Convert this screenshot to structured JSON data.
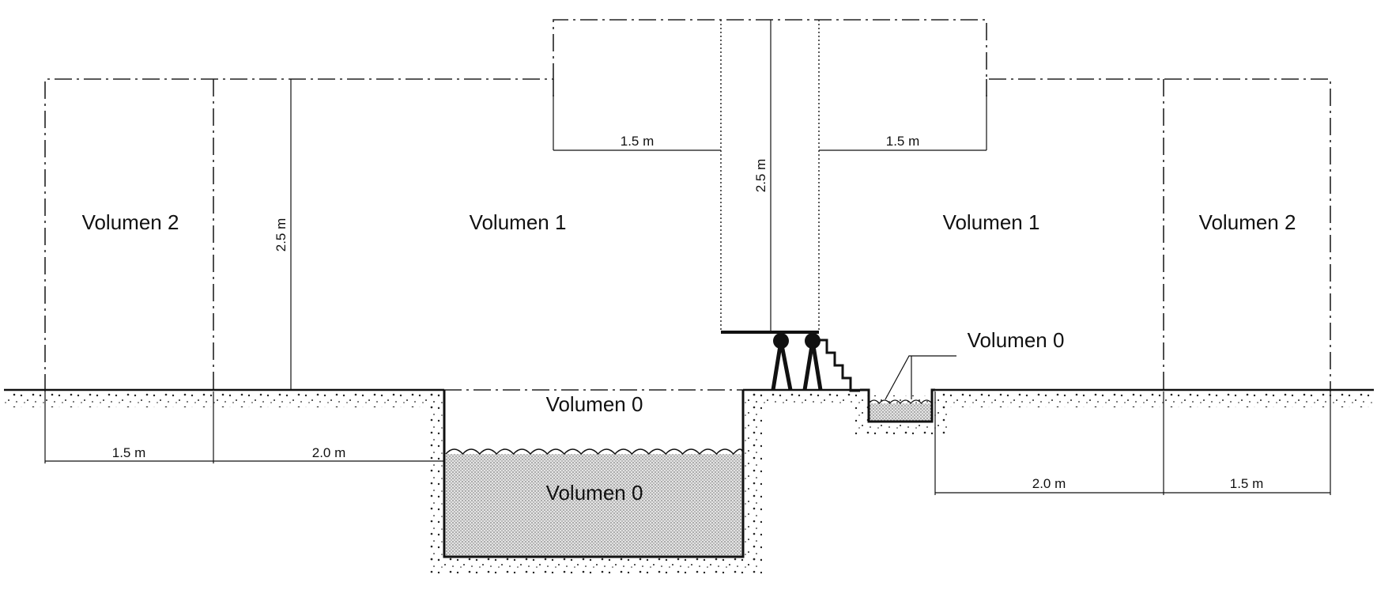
{
  "labels": {
    "v2_left": "Volumen 2",
    "v1_left": "Volumen 1",
    "v1_right": "Volumen 1",
    "v2_right": "Volumen 2",
    "v0_pool_top": "Volumen 0",
    "v0_pool_water": "Volumen 0",
    "v0_small": "Volumen 0"
  },
  "dimensions": {
    "top_left_width": "1.5 m",
    "top_right_width": "1.5 m",
    "center_height": "2.5 m",
    "left_height": "2.5 m",
    "bottom_left_v2": "1.5 m",
    "bottom_left_v1": "2.0 m",
    "bottom_right_v1": "2.0 m",
    "bottom_right_v2": "1.5 m"
  },
  "colors": {
    "line": "#111111",
    "water": "#d9d9d9"
  }
}
